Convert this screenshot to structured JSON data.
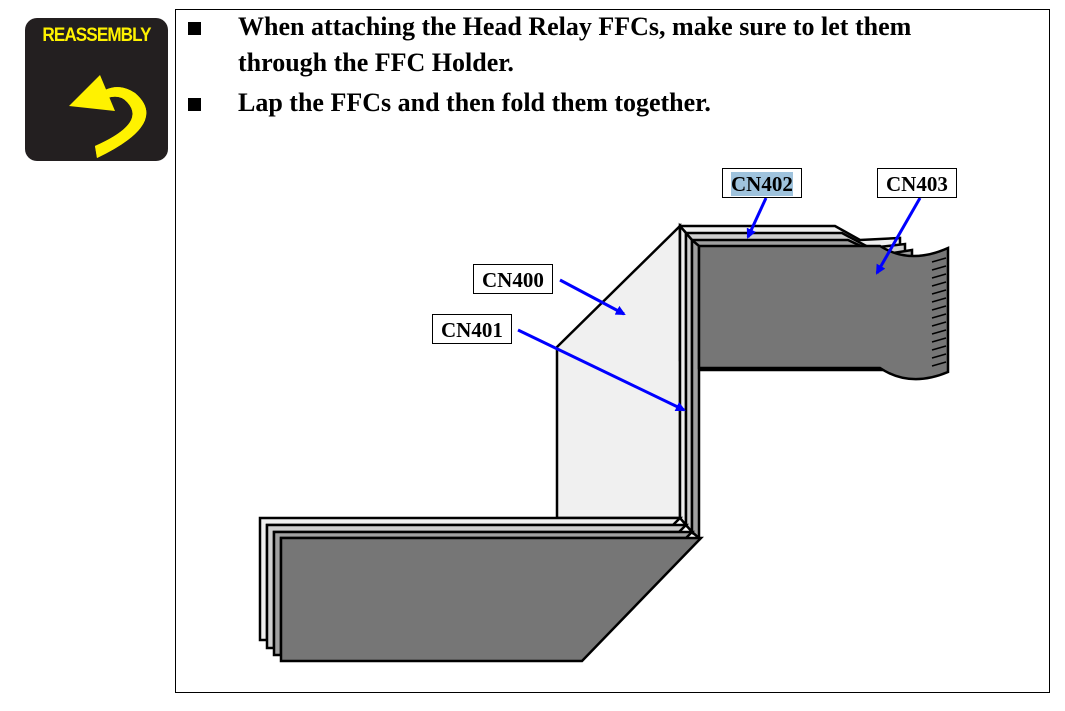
{
  "badge": {
    "label": "REASSEMBLY",
    "icon": "curved-return-arrow-icon",
    "colors": {
      "background": "#231f20",
      "foreground": "#fff200"
    }
  },
  "instructions": [
    {
      "bullet": "square-bullet",
      "lines": [
        "When attaching the Head Relay FFCs, make sure to let them",
        "through the FFC Holder."
      ]
    },
    {
      "bullet": "square-bullet",
      "lines": [
        "Lap the FFCs and then fold them together."
      ]
    }
  ],
  "diagram": {
    "description": "Stacked FFC cables folded together",
    "callouts": [
      {
        "id": "cn400",
        "label": "CN400"
      },
      {
        "id": "cn401",
        "label": "CN401"
      },
      {
        "id": "cn402",
        "label": "CN402",
        "highlighted": true
      },
      {
        "id": "cn403",
        "label": "CN403"
      }
    ],
    "colors": {
      "arrow": "#0000ff",
      "highlight": "#9fc3dd",
      "ffc_light": "#f0f0f0",
      "ffc_mid_light": "#cfcfcf",
      "ffc_mid": "#a0a0a0",
      "ffc_dark": "#767676"
    }
  }
}
